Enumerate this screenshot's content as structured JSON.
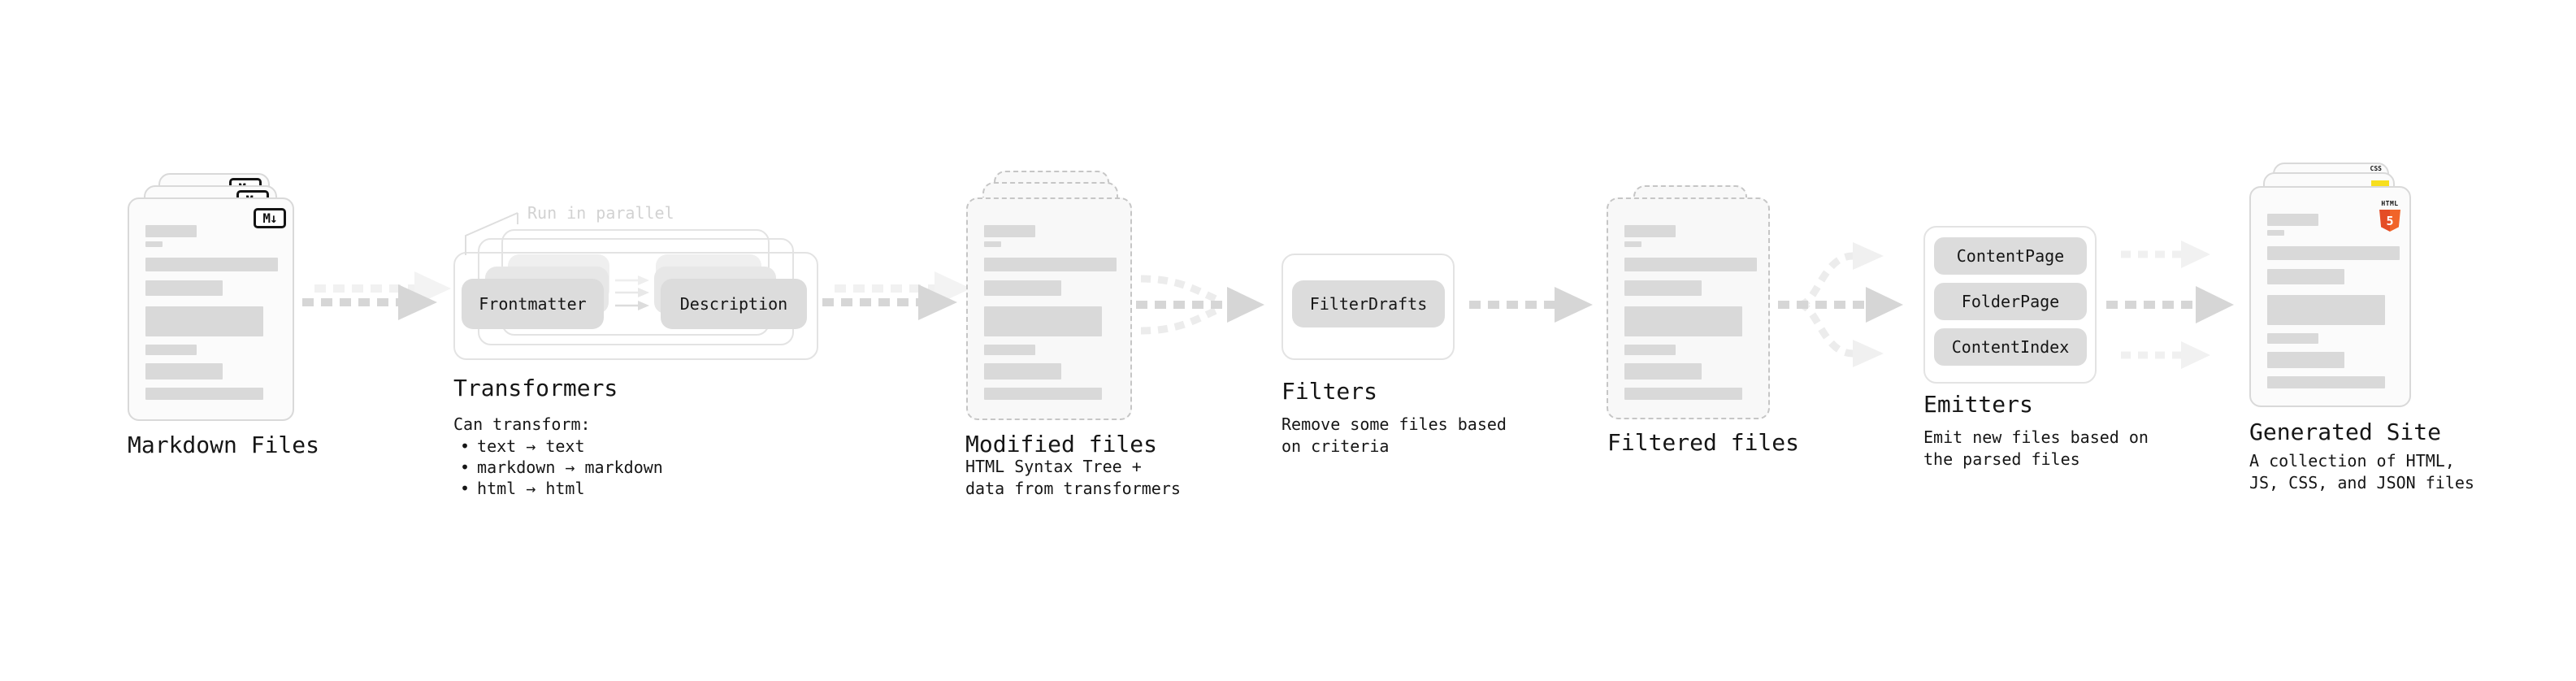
{
  "diagram": {
    "markdown": {
      "title": "Markdown Files",
      "file_badge": "M↓"
    },
    "transformers": {
      "parallel_note": "Run in parallel",
      "pill_left": "Frontmatter",
      "pill_right": "Description",
      "title": "Transformers",
      "heading": "Can transform:",
      "bullet_char": "•",
      "bullets": [
        "text → text",
        "markdown → markdown",
        "html → html"
      ]
    },
    "modified": {
      "title": "Modified files",
      "subtitle": "HTML Syntax Tree +\ndata from transformers"
    },
    "filters": {
      "title": "Filters",
      "pill": "FilterDrafts",
      "subtitle": "Remove some files based\non criteria"
    },
    "filtered": {
      "title": "Filtered files"
    },
    "emitters": {
      "title": "Emitters",
      "pills": [
        "ContentPage",
        "FolderPage",
        "ContentIndex"
      ],
      "subtitle": "Emit new files based on\nthe parsed files"
    },
    "generated": {
      "title": "Generated Site",
      "subtitle": "A collection of HTML,\nJS, CSS, and JSON files",
      "css_badge": "CSS",
      "html_logo_text": "HTML",
      "html_logo_number": "5"
    }
  },
  "colors": {
    "text": "#161616",
    "note_muted": "#d2d2d2",
    "bar_gray": "#d9d9d9",
    "pill_gray": "#dcdcdc",
    "arrow_gray": "#d6d6d6",
    "arrow_light": "#efefef",
    "html5_orange": "#e44d26",
    "js_yellow": "#f7df1e",
    "css_blue": "#2d5be8"
  }
}
